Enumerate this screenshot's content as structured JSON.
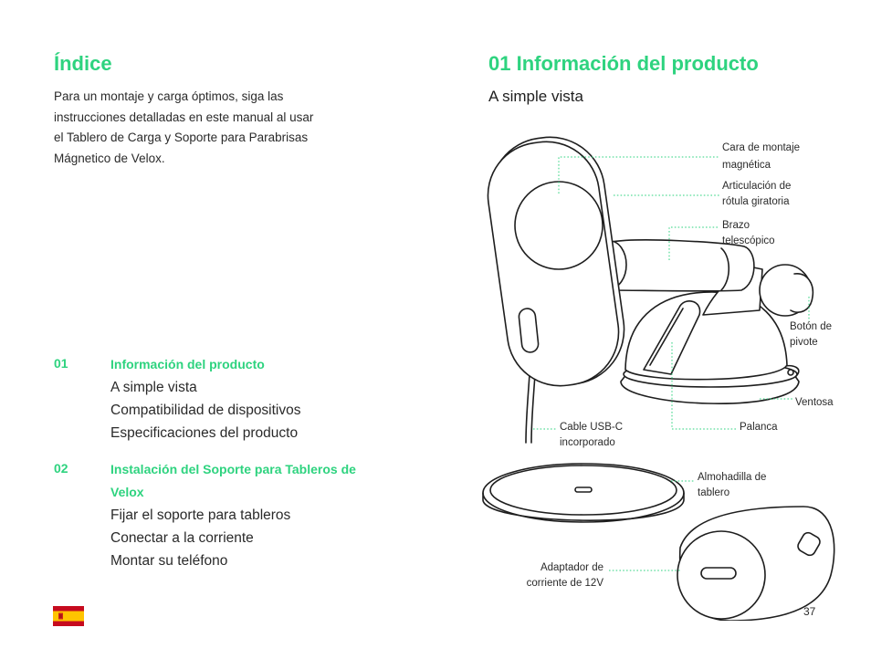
{
  "left": {
    "title": "Índice",
    "intro": [
      "Para un montaje y carga óptimos, siga las",
      "instrucciones detalladas en este manual al usar",
      "el Tablero de Carga y Soporte para Parabrisas",
      "Mágnetico de Velox."
    ],
    "toc": [
      {
        "num": "01",
        "heading": [
          "Información del producto"
        ],
        "items": [
          "A simple vista",
          "Compatibilidad de dispositivos",
          "Especificaciones del producto"
        ]
      },
      {
        "num": "02",
        "heading": [
          "Instalación del Soporte para Tableros de",
          "Velox"
        ],
        "items": [
          "Fijar el soporte para tableros",
          "Conectar a la corriente",
          "Montar su teléfono"
        ]
      }
    ]
  },
  "right": {
    "title": "01  Información del producto",
    "subtitle": "A simple vista",
    "labels": {
      "cara": [
        "Cara de montaje",
        "magnética"
      ],
      "articulacion": [
        "Articulación de",
        "rótula giratoria"
      ],
      "brazo": [
        "Brazo",
        "telescópico"
      ],
      "boton": [
        "Botón de",
        "pivote"
      ],
      "ventosa": [
        "Ventosa"
      ],
      "palanca": [
        "Palanca"
      ],
      "cable": [
        "Cable USB-C",
        "incorporado"
      ],
      "almohadilla": [
        "Almohadilla de",
        "tablero"
      ],
      "adaptador": [
        "Adaptador de",
        "corriente de 12V"
      ]
    }
  },
  "footer": {
    "page_number": "37",
    "flag": "spain-flag"
  },
  "colors": {
    "accent": "#2ed37f",
    "text": "#1e1e1e",
    "flag_red": "#c60b1e",
    "flag_yellow": "#ffc400"
  }
}
